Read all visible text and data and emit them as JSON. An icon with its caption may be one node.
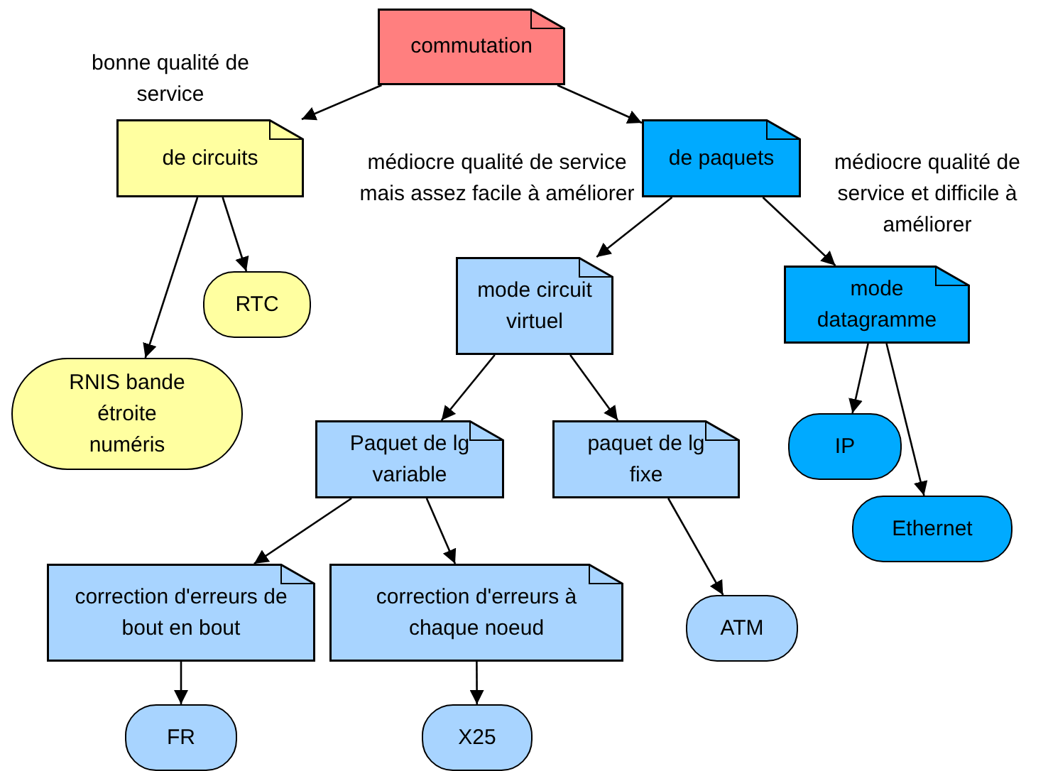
{
  "diagram": {
    "nodes": [
      {
        "text": [
          "commutation"
        ]
      },
      {
        "text": [
          "de circuits"
        ]
      },
      {
        "text": [
          "de paquets"
        ]
      },
      {
        "text": [
          "RTC"
        ]
      },
      {
        "text": [
          "RNIS bande étroite numéris"
        ]
      },
      {
        "text": [
          "mode circuit virtuel"
        ]
      },
      {
        "text": [
          "mode datagramme"
        ]
      },
      {
        "text": [
          "Paquet de lg variable"
        ]
      },
      {
        "text": [
          "paquet de lg fixe"
        ]
      },
      {
        "text": [
          "IP"
        ]
      },
      {
        "text": [
          "Ethernet"
        ]
      },
      {
        "text": [
          "correction d'erreurs de bout en bout"
        ]
      },
      {
        "text": [
          "correction d'erreurs à chaque noeud"
        ]
      },
      {
        "text": [
          "ATM"
        ]
      },
      {
        "text": [
          "FR"
        ]
      },
      {
        "text": [
          "X25"
        ]
      }
    ],
    "edges": [
      {
        "from": 0,
        "to": 1,
        "arrow": "to"
      },
      {
        "from": 0,
        "to": 2,
        "arrow": "to"
      },
      {
        "from": 1,
        "to": 3,
        "arrow": "to"
      },
      {
        "from": 1,
        "to": 4,
        "arrow": "to"
      },
      {
        "from": 2,
        "to": 5,
        "arrow": "to"
      },
      {
        "from": 2,
        "to": 6,
        "arrow": "to"
      },
      {
        "from": 5,
        "to": 7,
        "arrow": "to"
      },
      {
        "from": 5,
        "to": 8,
        "arrow": "to"
      },
      {
        "from": 6,
        "to": 9,
        "arrow": "to"
      },
      {
        "from": 6,
        "to": 10,
        "arrow": "to"
      },
      {
        "from": 7,
        "to": 11,
        "arrow": "to"
      },
      {
        "from": 7,
        "to": 12,
        "arrow": "to"
      },
      {
        "from": 8,
        "to": 13,
        "arrow": "to"
      },
      {
        "from": 11,
        "to": 14,
        "arrow": "to"
      },
      {
        "from": 12,
        "to": 15,
        "arrow": "to"
      }
    ],
    "labels": [
      "bonne qualité de service",
      "médiocre qualité de service mais assez facile à améliorer",
      "médiocre qualité de service et difficile à améliorer"
    ]
  }
}
